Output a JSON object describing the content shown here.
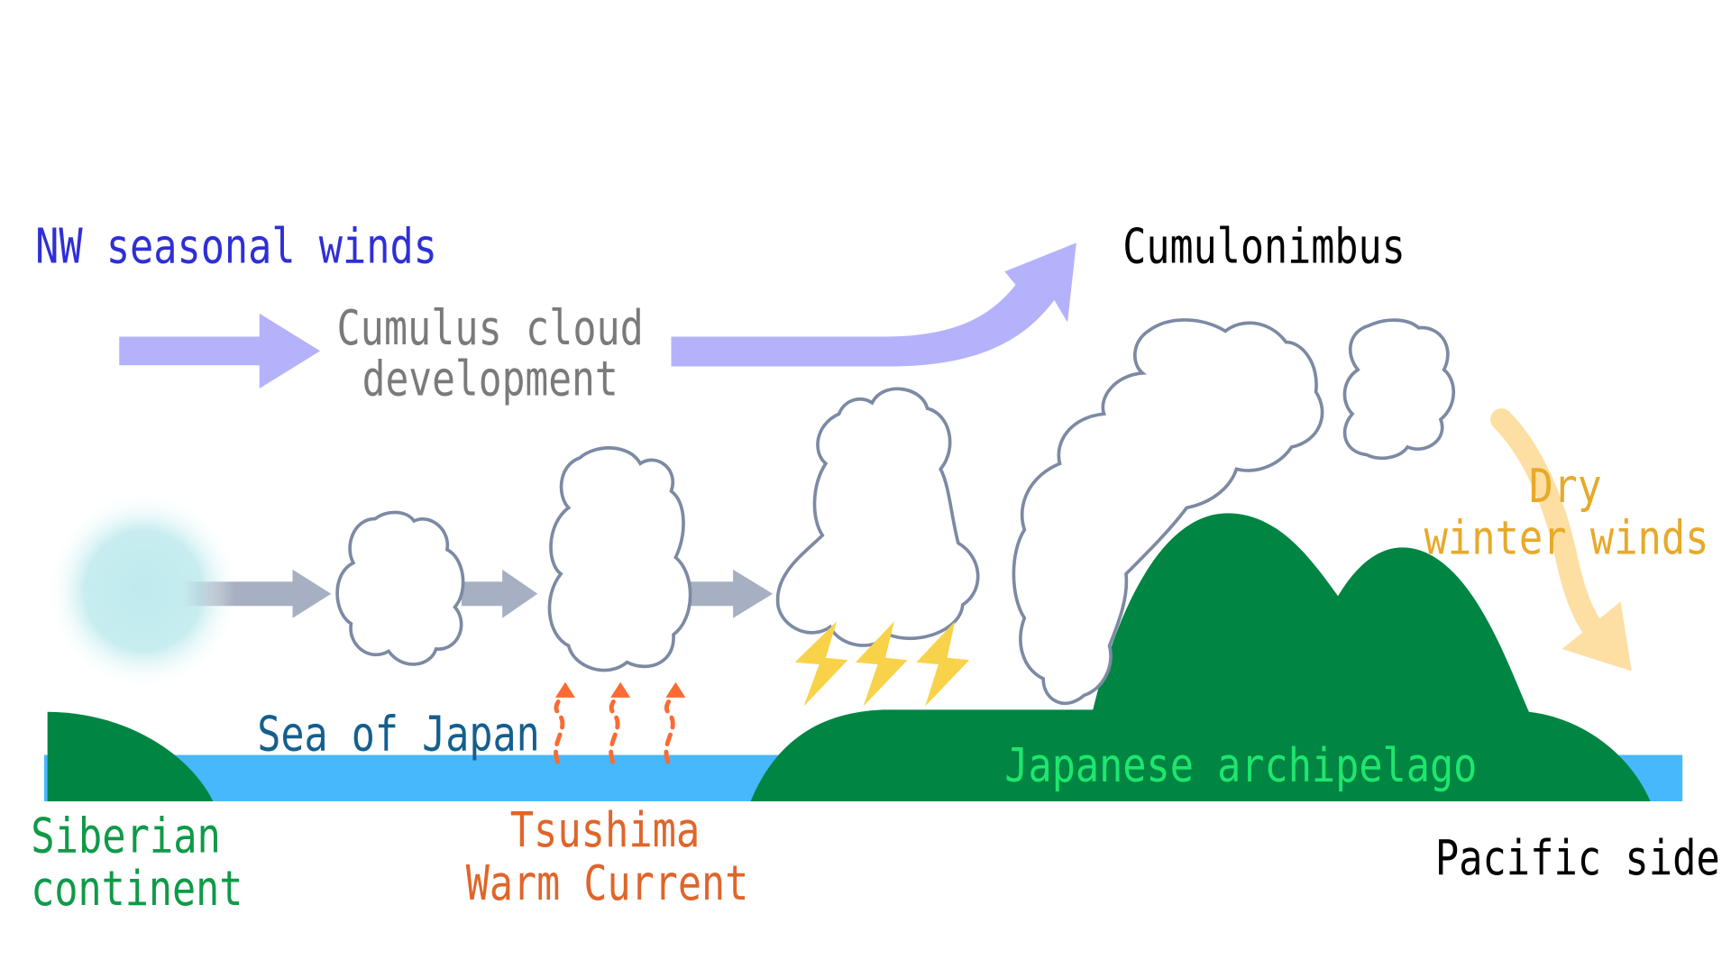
{
  "title": "Heavy snowfall mechanism on the Sea of Japan side",
  "labels": {
    "nw_winds": "NW seasonal winds",
    "cumulus_line1": "Cumulus cloud",
    "cumulus_line2": "development",
    "cumulonimbus": "Cumulonimbus",
    "dry_line1": "Dry",
    "dry_line2": "winter winds",
    "sea_of_japan": "Sea of Japan",
    "archipelago": "Japanese archipelago",
    "siberian_line1": "Siberian",
    "siberian_line2": "continent",
    "tsushima_line1": "Tsushima",
    "tsushima_line2": "Warm Current",
    "pacific": "Pacific side"
  },
  "colors": {
    "nw_winds": "#2f2fd6",
    "cumulus_text": "#7a7a7a",
    "cumulonimbus": "#000000",
    "dry_winds": "#e8a92a",
    "sea_text": "#145f8e",
    "archipelago_text": "#1ee66e",
    "siberian_text": "#0f9a48",
    "tsushima_text": "#e0652a",
    "pacific_text": "#000000",
    "land": "#008542",
    "sea": "#47b8fb",
    "big_arrow": "#b4b2fa",
    "small_arrow": "#a7b0c2",
    "cloud_stroke": "#7c8aa3",
    "lightning": "#f8d34a",
    "vapor": "#fa6b33",
    "dry_arrow": "#fddfa4",
    "air_mass": "#bfeaee"
  }
}
